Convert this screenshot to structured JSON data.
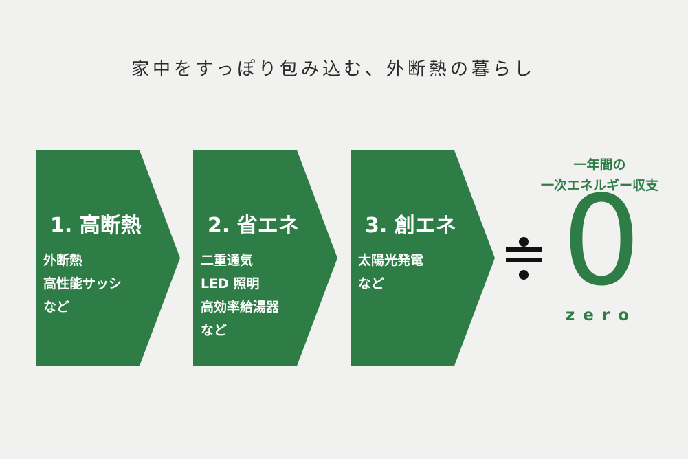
{
  "headline": "家中をすっぽり包み込む、外断熱の暮らし",
  "steps": [
    {
      "title": "1. 高断熱",
      "items": [
        "外断熱",
        "高性能サッシ",
        "など"
      ]
    },
    {
      "title": "2. 省エネ",
      "items": [
        "二重通気",
        "LED 照明",
        "高効率給湯器",
        "など"
      ]
    },
    {
      "title": "3. 創エネ",
      "items": [
        "太陽光発電",
        "など"
      ]
    }
  ],
  "approx_symbol": "≒",
  "result": {
    "caption_line1": "一年間の",
    "caption_line2": "一次エネルギー収支",
    "value": "0",
    "word": "zero"
  },
  "colors": {
    "accent": "#2e7d47",
    "background": "#f1f1f0",
    "text": "#2a2a2a"
  }
}
